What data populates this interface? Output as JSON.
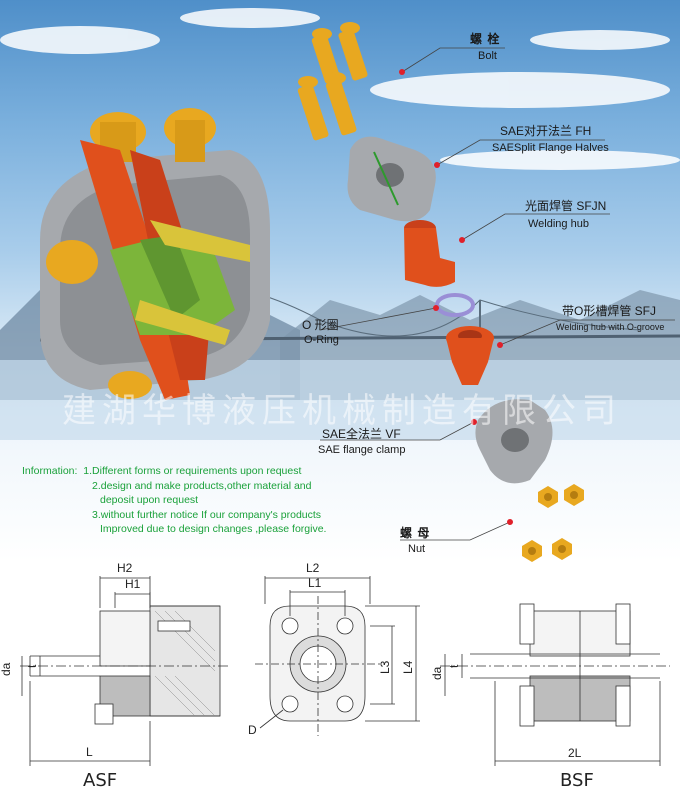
{
  "labels": {
    "bolt_cn": "螺 栓",
    "bolt_en": "Bolt",
    "fh_cn": "SAE对开法兰 FH",
    "fh_en": "SAESplit Flange Halves",
    "sfjn_cn": "光面焊管 SFJN",
    "sfjn_en": "Welding hub",
    "sfj_cn": "带O形槽焊管 SFJ",
    "sfj_en": "Welding hub with O-groove",
    "oring_cn": "O 形圈",
    "oring_en": "O-Ring",
    "vf_cn": "SAE全法兰 VF",
    "vf_en": "SAE flange clamp",
    "nut_cn": "螺 母",
    "nut_en": "Nut"
  },
  "watermark": "建湖华博液压机械制造有限公司",
  "information": {
    "heading": "Information:",
    "line1": "1.Different forms or requirements upon request",
    "line2a": "2.design and make products,other material and",
    "line2b": "deposit upon request",
    "line3a": "3.without further notice  If our company's products",
    "line3b": "Improved due to  design changes ,please forgive."
  },
  "drawings": {
    "asf_title": "ASF",
    "bsf_title": "BSF",
    "dims": {
      "h2": "H2",
      "h1": "H1",
      "da": "da",
      "t": "t",
      "l": "L",
      "l2": "L2",
      "l1": "L1",
      "l3": "L3",
      "l4": "L4",
      "d": "D",
      "two_l": "2L",
      "bsf_da": "da",
      "bsf_t": "t"
    }
  },
  "colors": {
    "bolt_gold": "#e8a820",
    "hub_orange": "#e0501c",
    "flange_gray": "#a6a9ad",
    "oring_purple": "#9a8fd6",
    "info_green": "#1aa13a",
    "pointer_red": "#e0202a"
  }
}
